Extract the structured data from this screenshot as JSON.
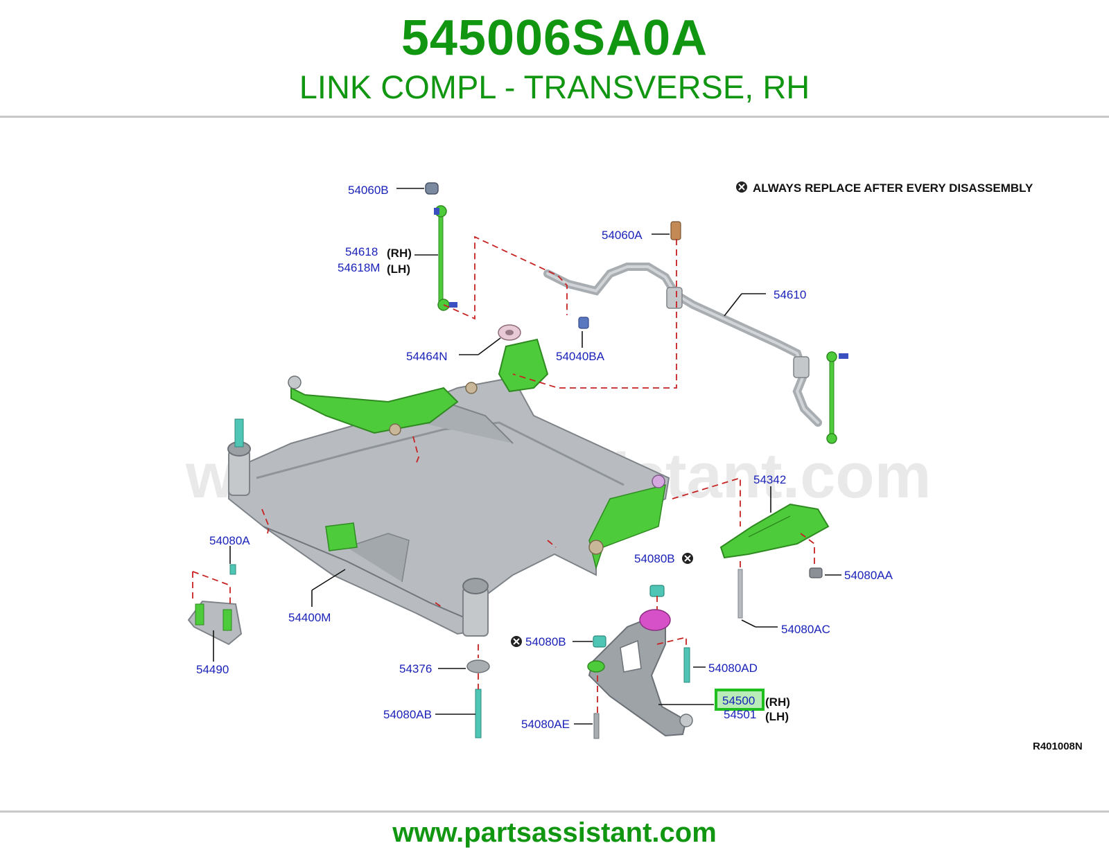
{
  "header": {
    "part_number": "545006SA0A",
    "description": "LINK COMPL - TRANSVERSE, RH"
  },
  "note": "ALWAYS REPLACE AFTER EVERY DISASSEMBLY",
  "diagram_code": "R401008N",
  "watermark": "www.partsassistant.com",
  "footer_url": "www.partsassistant.com",
  "colors": {
    "brand_green": "#119611",
    "label_blue": "#1a22b8",
    "dash_red": "#c62222",
    "highlight_green": "#1fbf1f"
  },
  "labels": {
    "l54060B": "54060B",
    "l54618": "54618",
    "l54618_side": "(RH)",
    "l54618M": "54618M",
    "l54618M_side": "(LH)",
    "l54060A": "54060A",
    "l54610": "54610",
    "l54464N": "54464N",
    "l54040BA": "54040BA",
    "l54342": "54342",
    "l54080A": "54080A",
    "l54080B_top": "54080B",
    "l54080AA": "54080AA",
    "l54400M": "54400M",
    "l54080AC": "54080AC",
    "l54490": "54490",
    "l54080B_mid": "54080B",
    "l54376": "54376",
    "l54080AD": "54080AD",
    "l54500": "54500",
    "l54500_side": "(RH)",
    "l54501": "54501",
    "l54501_side": "(LH)",
    "l54080AB": "54080AB",
    "l54080AE": "54080AE"
  }
}
